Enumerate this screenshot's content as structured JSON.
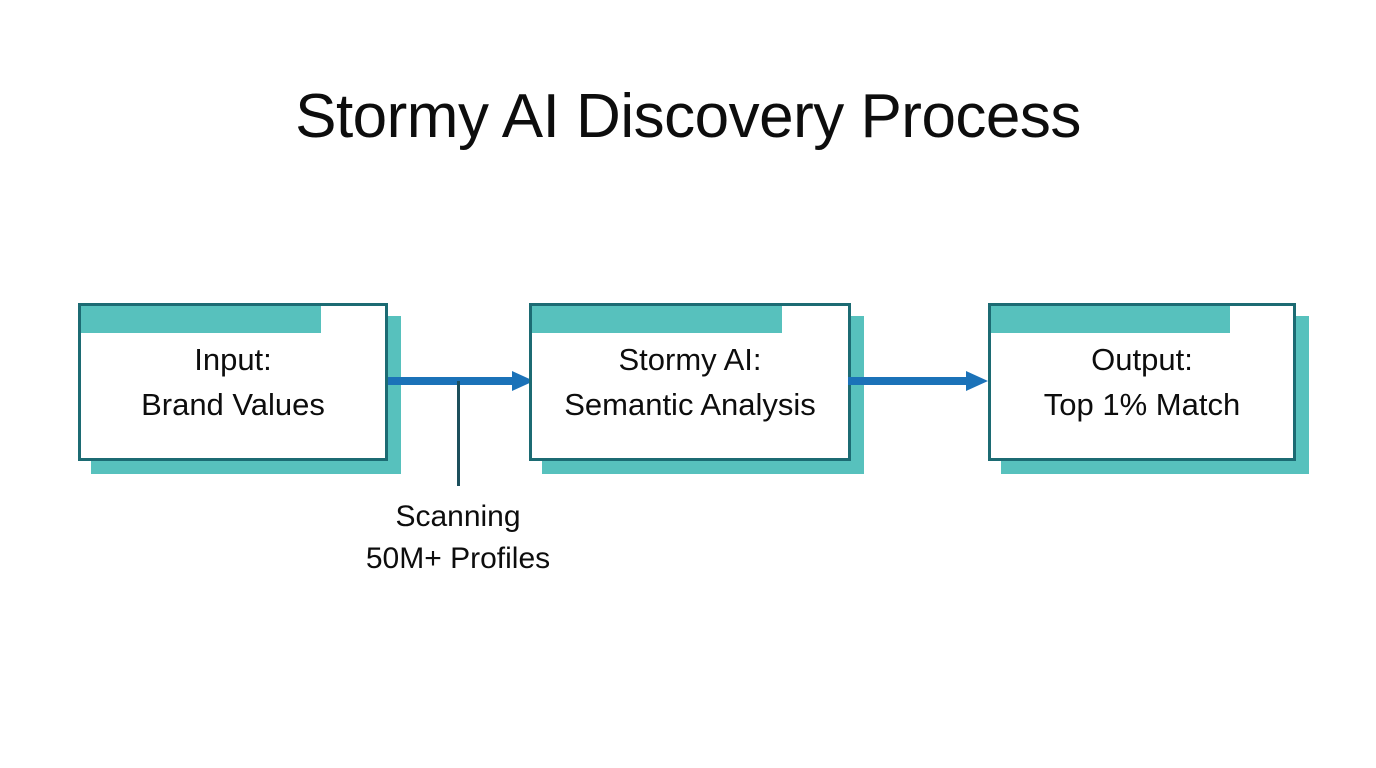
{
  "slide": {
    "title": "Stormy AI Discovery Process",
    "background_color": "#ffffff"
  },
  "theme": {
    "teal_light": "#57c1bd",
    "teal_border": "#1c6b73",
    "arrow_blue": "#1b72b8",
    "connector_color": "#1c4f5c",
    "text_color": "#0d0d0d"
  },
  "flow": {
    "nodes": [
      {
        "id": "input",
        "line1": "Input:",
        "line2": "Brand Values"
      },
      {
        "id": "process",
        "line1": "Stormy AI:",
        "line2": "Semantic Analysis"
      },
      {
        "id": "output",
        "line1": "Output:",
        "line2": "Top 1% Match"
      }
    ],
    "connectors": [
      {
        "id": "arrow-1",
        "from": "input",
        "to": "process",
        "style": "arrow-right"
      },
      {
        "id": "arrow-2",
        "from": "process",
        "to": "output",
        "style": "arrow-right"
      }
    ],
    "annotation": {
      "attached_to": "arrow-1",
      "line1": "Scanning",
      "line2": "50M+ Profiles"
    }
  }
}
